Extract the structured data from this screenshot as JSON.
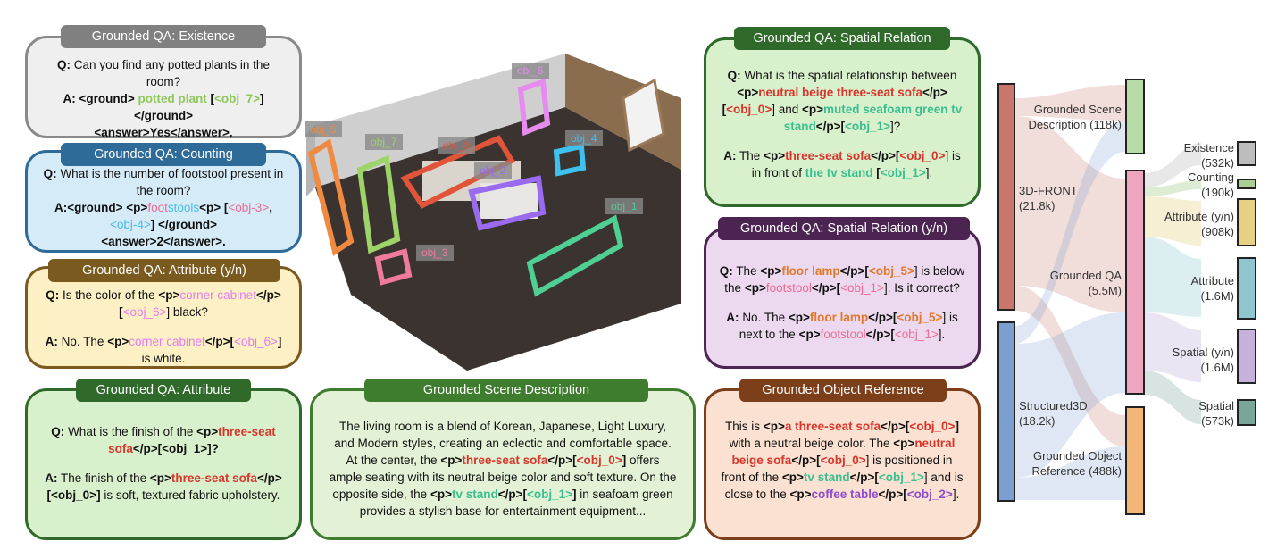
{
  "cards": {
    "existence": {
      "header": "Grounded QA: Existence",
      "q_prefix": "Q:",
      "q_text": "Can you find any potted plants in the room?",
      "a_prefix": "A:",
      "a_pre": "<ground>",
      "a_obj": "potted plant",
      "a_lb": "[",
      "a_tag": "<obj_7>",
      "a_rb": "]",
      "a_close": "</ground>",
      "a_answer": "<answer>Yes</answer>."
    },
    "counting": {
      "header": "Grounded QA: Counting",
      "q_prefix": "Q:",
      "q_text": "What is the number of footstool present in the room?",
      "a_prefix": "A:<ground> <p>",
      "a_foot": "foot",
      "a_stools": "stools",
      "a_mid": "<p> [",
      "a_tag1": "<obj-3>",
      "a_comma": ",",
      "a_tag2": "<obj-4>",
      "a_end": "] </ground>",
      "a_answer": "<answer>2</answer>."
    },
    "attribute_yn": {
      "header": "Grounded QA: Attribute (y/n)",
      "q_prefix": "Q:",
      "q_text": "Is the color of the",
      "q_p": "<p>",
      "q_obj": "corner cabinet",
      "q_pclose": "</p>[",
      "q_tag": "<obj_6>",
      "q_end": "] black?",
      "a_prefix": "A:",
      "a_text": "No. The",
      "a_p": "<p>",
      "a_obj": "corner cabinet",
      "a_pclose": "</p>[",
      "a_tag": "<obj_6>",
      "a_end": "]",
      "a_tail": "is white."
    },
    "attribute": {
      "header": "Grounded QA: Attribute",
      "q_prefix": "Q:",
      "q_text": "What is the finish of the",
      "q_p": "<p>",
      "q_obj": "three-seat sofa",
      "q_end": "</p>[<obj_1>]?",
      "a_prefix": "A:",
      "a_text": "The finish of the",
      "a_p": "<p>",
      "a_obj": "three-seat sofa",
      "a_mid": "</p>[<obj_0>]",
      "a_tail": "is soft, textured fabric upholstery."
    },
    "scene_desc": {
      "header": "Grounded Scene Description",
      "t1": "The living room is a blend of Korean, Japanese, Light Luxury, and Modern styles, creating an eclectic and comfortable space. At the center, the",
      "p1": "<p>",
      "o1": "three-seat sofa",
      "c1": "</p>[",
      "tag1": "<obj_0>",
      "e1": "]",
      "t2": "offers ample seating with its neutral beige color and soft texture. On the opposite side, the",
      "p2": "<p>",
      "o2": "tv stand",
      "c2": "</p>[",
      "tag2": "<obj_1>",
      "e2": "]",
      "t3": "in seafoam green provides a stylish base for entertainment equipment..."
    },
    "spatial": {
      "header": "Grounded QA: Spatial Relation",
      "q_prefix": "Q:",
      "q_text": "What is the spatial relationship between",
      "q_p1": "<p>",
      "q_o1": "neutral beige three-seat sofa",
      "q_c1": "</p>[",
      "q_t1": "<obj_0>",
      "q_and": "] and",
      "q_p2": "<p>",
      "q_o2": "muted seafoam green tv stand",
      "q_c2": "</p>[",
      "q_t2": "<obj_1>",
      "q_end": "]?",
      "a_prefix": "A:",
      "a_text": "The",
      "a_p": "<p>",
      "a_o1": "three-seat sofa",
      "a_c1": "</p>[",
      "a_t1": "<obj_0>",
      "a_mid": "] is in front of",
      "a_o2": "the tv stand",
      "a_lb": "[",
      "a_t2": "<obj_1>",
      "a_end": "]."
    },
    "spatial_yn": {
      "header": "Grounded QA: Spatial Relation (y/n)",
      "q_prefix": "Q:",
      "q_text": "The",
      "q_p1": "<p>",
      "q_o1": "floor lamp",
      "q_c1": "</p>[",
      "q_t1": "<obj_5>",
      "q_mid": "] is below the",
      "q_p2": "<p>",
      "q_o2": "footstool",
      "q_c2": "</p>[",
      "q_t2": "<obj_1>",
      "q_end": "]. Is it correct?",
      "a_prefix": "A:",
      "a_text": "No. The",
      "a_p1": "<p>",
      "a_o1": "floor lamp",
      "a_c1": "</p>[",
      "a_t1": "<obj_5>",
      "a_mid": "] is next to the",
      "a_p2": "<p>",
      "a_o2": "footstool",
      "a_c2": "</p>[",
      "a_t2": "<obj_1>",
      "a_end": "]."
    },
    "object_ref": {
      "header": "Grounded Object Reference",
      "t1": "This is",
      "p1": "<p>",
      "o1": "a three-seat sofa",
      "c1": "</p>[",
      "tag1": "<obj_0>",
      "e1": "]",
      "t2": "with a neutral beige color. The",
      "p2": "<p>",
      "o2": "neutral beige sofa",
      "c2": "</p>[",
      "tag2": "<obj_0>",
      "e2": "] is positioned in front of the",
      "p3": "<p>",
      "o3": "tv stand",
      "c3": "</p>[",
      "tag3": "<obj_1>",
      "e3": "] and is close to the",
      "p4": "<p>",
      "o4": "coffee table",
      "c4": "</p>[",
      "tag4": "<obj_2>",
      "e4": "]."
    }
  },
  "scene_labels": [
    "obj_0",
    "obj_1",
    "obj_2",
    "obj_3",
    "obj_4",
    "obj_5",
    "obj_6",
    "obj_7"
  ],
  "sankey": {
    "sources": [
      {
        "name": "3D-FRONT",
        "count": "(21.8k)",
        "color": "#c9766d"
      },
      {
        "name": "Structured3D",
        "count": "(18.2k)",
        "color": "#7ba0cf"
      }
    ],
    "middle": [
      {
        "name": "Grounded Scene",
        "name2": "Description",
        "count": "(118k)",
        "color": "#b8dca8"
      },
      {
        "name": "Grounded QA",
        "count": "(5.5M)",
        "color": "#eea6c0"
      },
      {
        "name": "Grounded Object",
        "name2": "Reference",
        "count": "(488k)",
        "color": "#f2b777"
      }
    ],
    "targets": [
      {
        "name": "Existence",
        "count": "(532k)",
        "color": "#bdbdbd"
      },
      {
        "name": "Counting",
        "count": "(190k)",
        "color": "#a9cf94"
      },
      {
        "name": "Attribute (y/n)",
        "count": "(908k)",
        "color": "#e8d083"
      },
      {
        "name": "Attribute",
        "count": "(1.6M)",
        "color": "#8fc6cf"
      },
      {
        "name": "Spatial (y/n)",
        "count": "(1.6M)",
        "color": "#c5b1dc"
      },
      {
        "name": "Spatial",
        "count": "(573k)",
        "color": "#7aa69a"
      }
    ]
  },
  "colors": {
    "existence_header": "#808080",
    "counting_header": "#2f6b98",
    "attribute_yn_header": "#7a5a1e",
    "attribute_header": "#2f6a2a",
    "scene_header": "#3e7d2e",
    "spatial_header": "#2f6a2a",
    "spatial_yn_header": "#4b2452",
    "object_ref_header": "#7d3e1a"
  }
}
